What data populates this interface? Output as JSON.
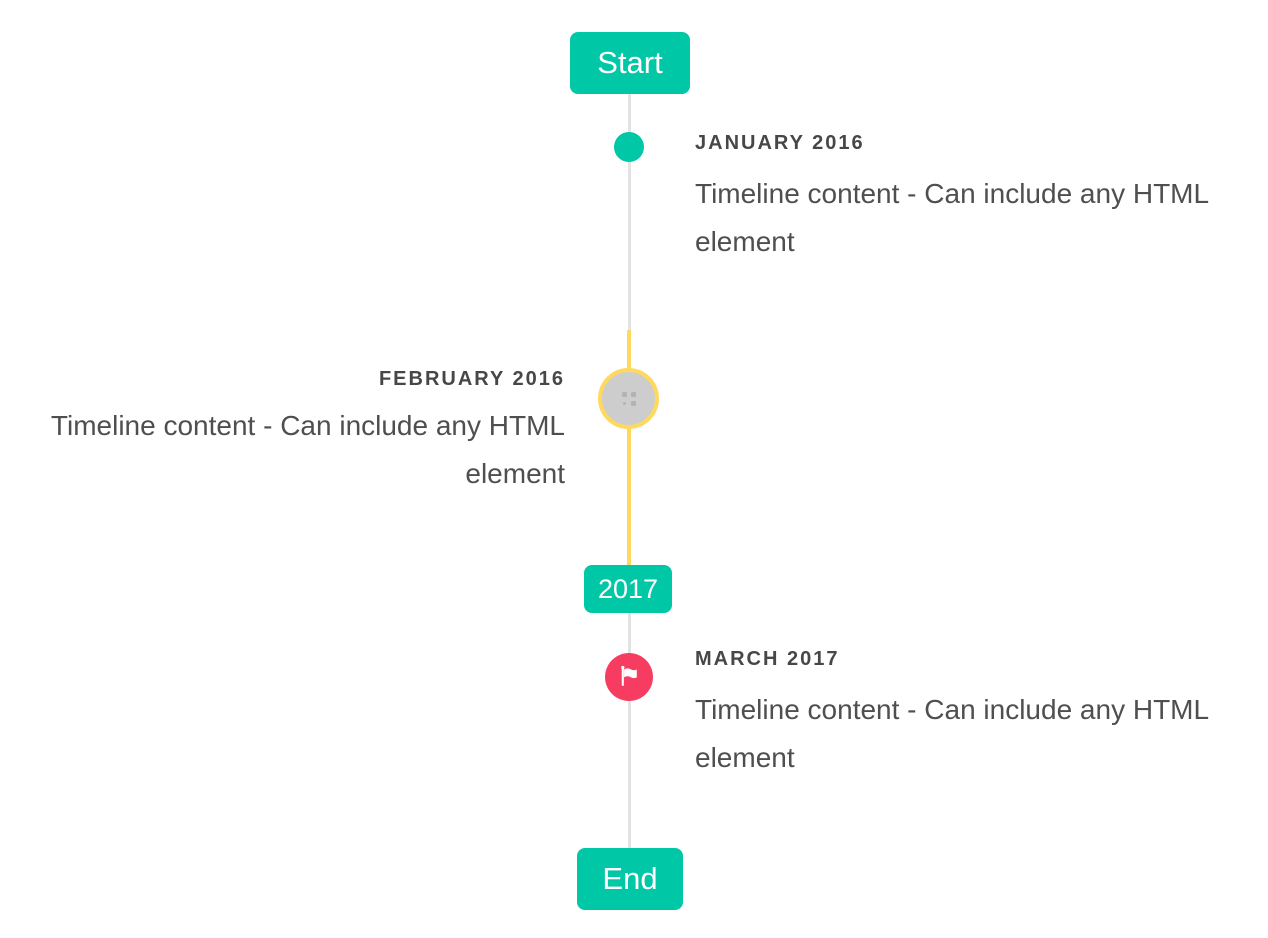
{
  "timeline": {
    "start_flag": "Start",
    "year_flag": "2017",
    "end_flag": "End",
    "items": [
      {
        "id": "january-2016",
        "title": "JANUARY 2016",
        "content": "Timeline content - Can include any HTML element",
        "side": "right",
        "marker": "teal-dot"
      },
      {
        "id": "february-2016",
        "title": "FEBRUARY 2016",
        "content": "Timeline content - Can include any HTML element",
        "side": "left",
        "marker": "gray-image-circle-yellow-ring"
      },
      {
        "id": "march-2017",
        "title": "MARCH 2017",
        "content": "Timeline content - Can include any HTML element",
        "side": "right",
        "marker": "red-flag-circle"
      }
    ],
    "colors": {
      "accent_teal": "#00c7a5",
      "highlight_yellow": "#ffd95e",
      "flag_red": "#f63c61",
      "line_gray": "#e3e3e3",
      "circle_fill_gray": "#cdcdcd",
      "title_text": "#474747",
      "content_text": "#4f4f4f"
    }
  }
}
